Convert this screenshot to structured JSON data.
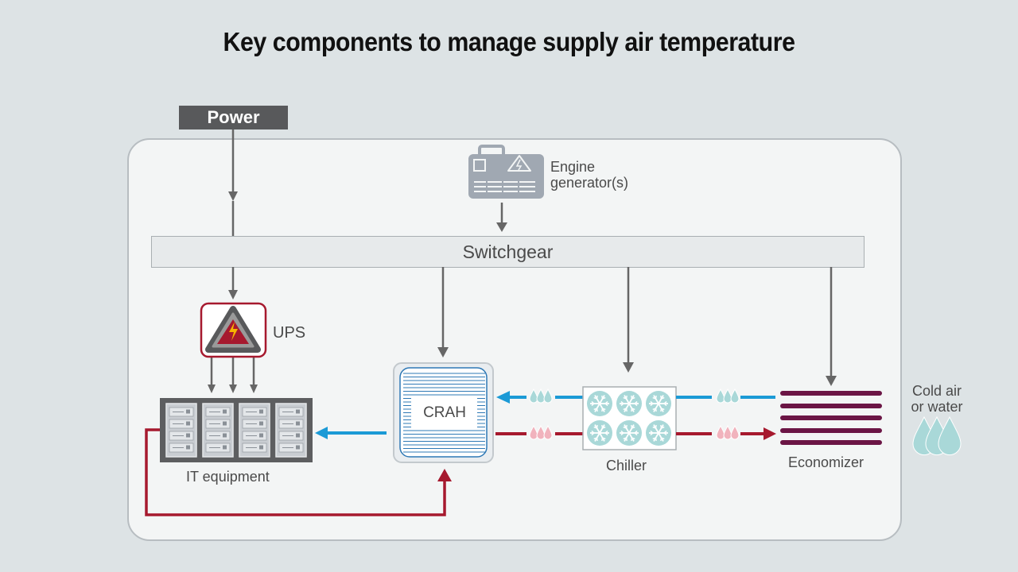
{
  "title": "Key components to manage supply air temperature",
  "nodes": {
    "power": "Power",
    "engine_generator": [
      "Engine",
      "generator(s)"
    ],
    "switchgear": "Switchgear",
    "ups": "UPS",
    "it_equipment": "IT equipment",
    "crah": "CRAH",
    "chiller": "Chiller",
    "economizer": "Economizer",
    "external_source": [
      "Cold air",
      "or water"
    ]
  },
  "colors": {
    "background": "#dde3e5",
    "panel": "#f3f5f5",
    "power_line": "#666666",
    "cold_flow": "#1b9ad6",
    "hot_flow": "#a6192e",
    "economizer": "#6b1545",
    "ups_accent": "#a6192e",
    "bolt": "#f7b500",
    "chiller_fan": "#a9d8d8",
    "crah_coil": "#2d78b5"
  },
  "flows": [
    {
      "from": "power",
      "to": "switchgear",
      "type": "power"
    },
    {
      "from": "engine_generator",
      "to": "switchgear",
      "type": "power"
    },
    {
      "from": "switchgear",
      "to": "ups",
      "type": "power"
    },
    {
      "from": "ups",
      "to": "it_equipment",
      "type": "power"
    },
    {
      "from": "switchgear",
      "to": "crah",
      "type": "power"
    },
    {
      "from": "switchgear",
      "to": "chiller",
      "type": "power"
    },
    {
      "from": "switchgear",
      "to": "economizer",
      "type": "power"
    },
    {
      "from": "crah",
      "to": "it_equipment",
      "type": "cold"
    },
    {
      "from": "it_equipment",
      "to": "crah",
      "type": "hot"
    },
    {
      "from": "chiller",
      "to": "crah",
      "type": "cold"
    },
    {
      "from": "crah",
      "to": "chiller",
      "type": "hot"
    },
    {
      "from": "economizer",
      "to": "chiller",
      "type": "cold"
    },
    {
      "from": "chiller",
      "to": "economizer",
      "type": "hot"
    }
  ]
}
